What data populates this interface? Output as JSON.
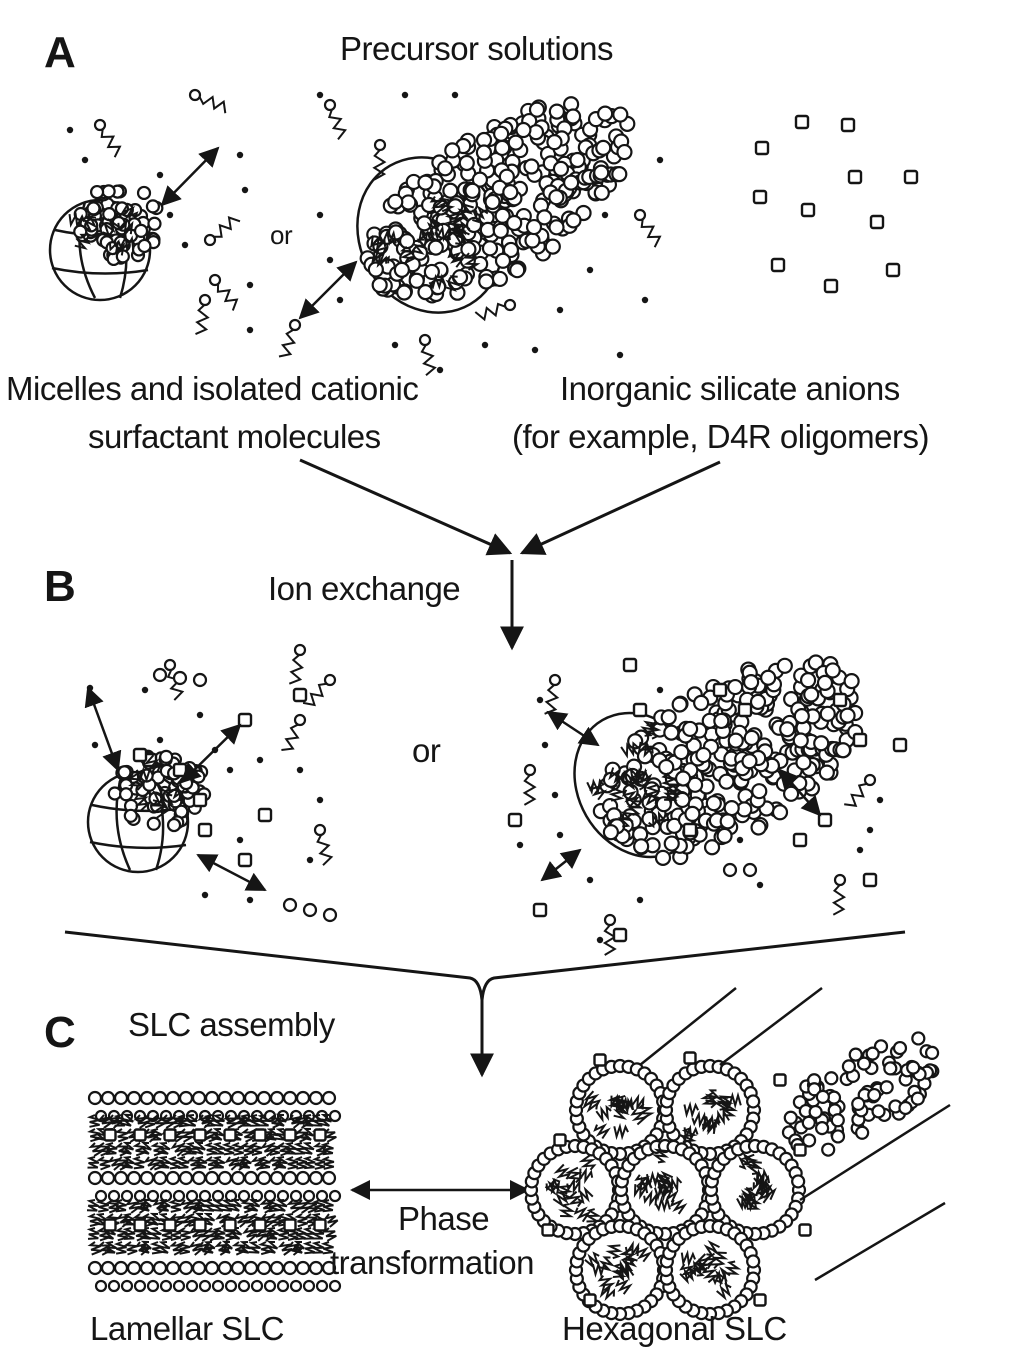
{
  "panels": {
    "a": {
      "letter": "A",
      "title": "Precursor solutions"
    },
    "b": {
      "letter": "B",
      "step": "Ion exchange",
      "or_label": "or"
    },
    "c": {
      "letter": "C",
      "step": "SLC assembly"
    }
  },
  "panel_a": {
    "or_label": "or",
    "micelles_line1": "Micelles and isolated cationic",
    "micelles_line2": "surfactant molecules",
    "anions_line1": "Inorganic silicate anions",
    "anions_line2": "(for example, D4R oligomers)"
  },
  "panel_c": {
    "phase_line1": "Phase",
    "phase_line2": "transformation",
    "lamellar": "Lamellar SLC",
    "hexagonal": "Hexagonal SLC"
  },
  "colors": {
    "ink": "#151515",
    "background": "#ffffff"
  }
}
